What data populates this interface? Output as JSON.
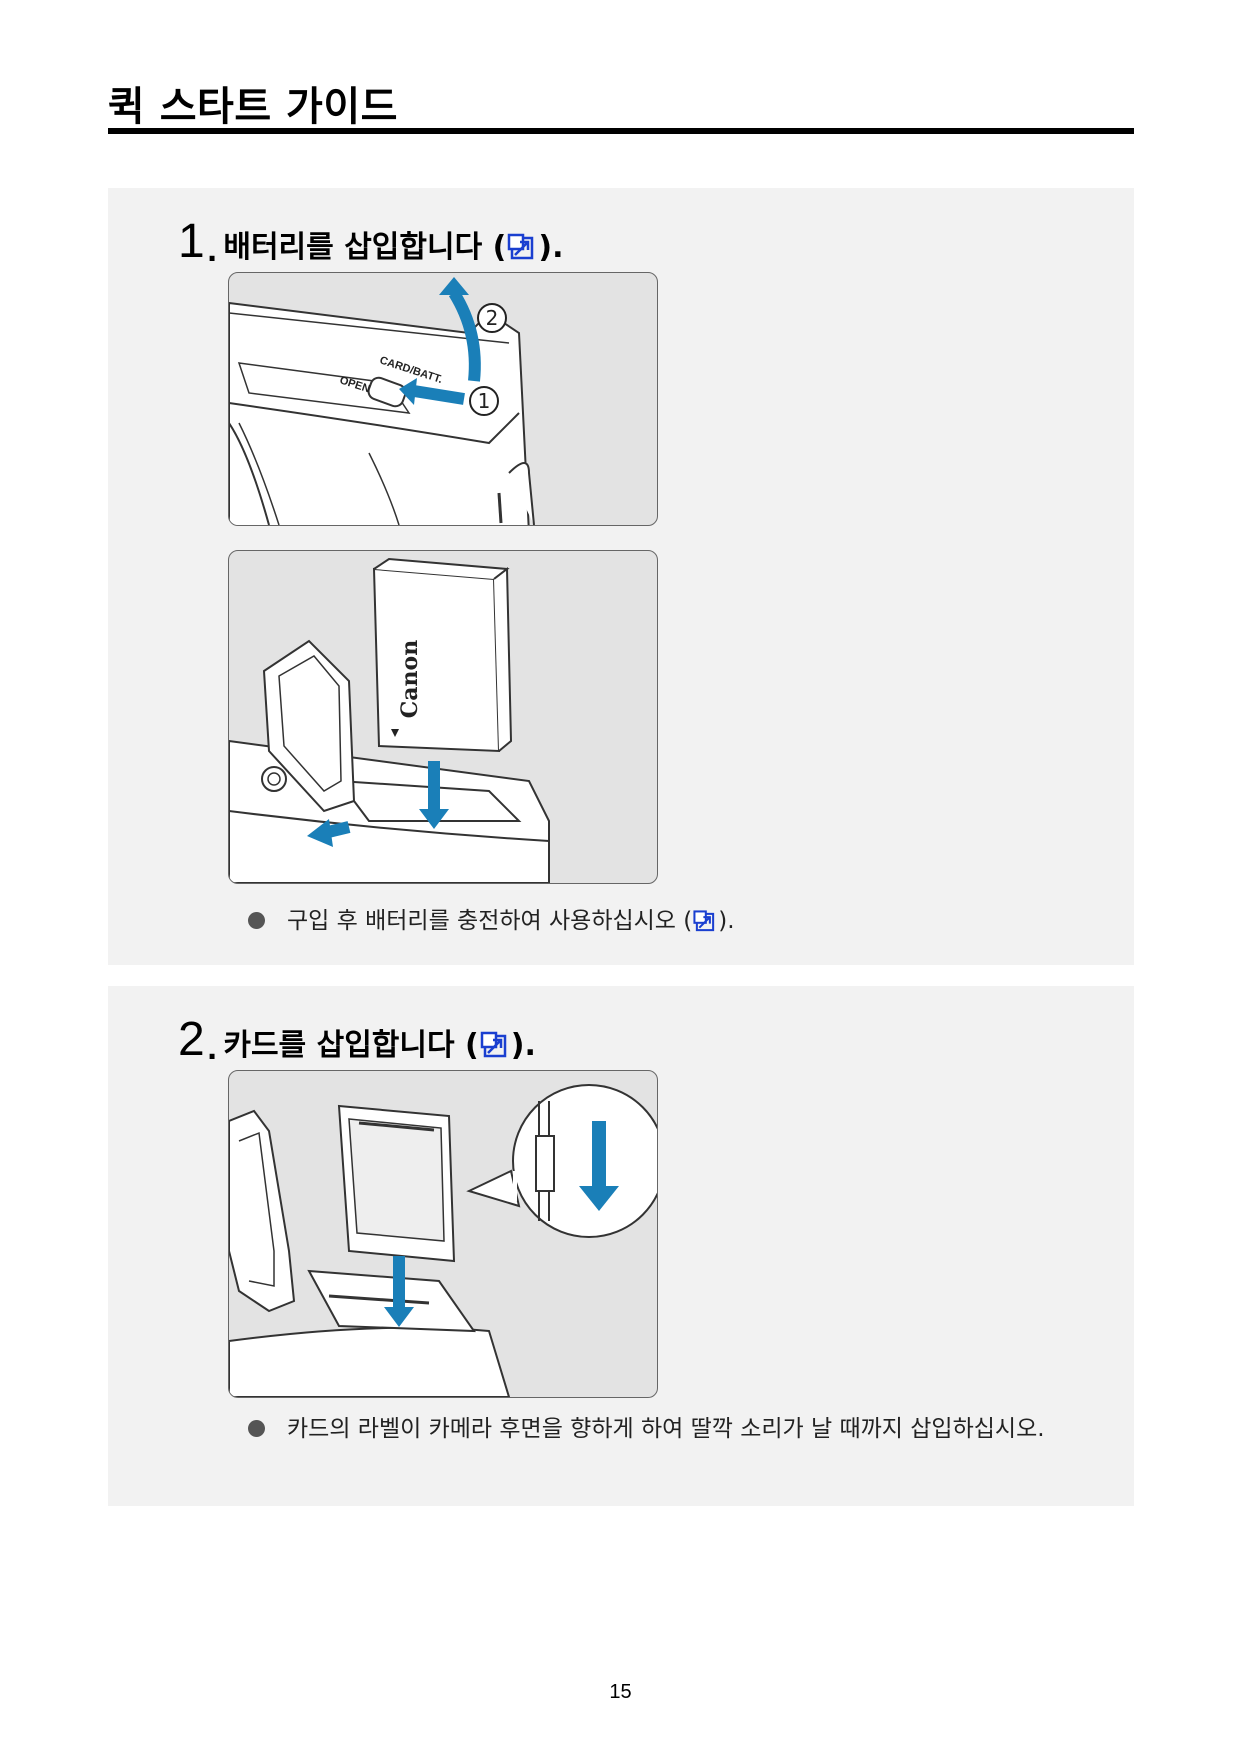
{
  "page": {
    "title": "퀵 스타트 가이드",
    "page_number": "15"
  },
  "steps": [
    {
      "number": "1",
      "dot": ".",
      "title": "배터리를 삽입합니다",
      "paren_open": "(",
      "paren_close": ").",
      "figure_labels": {
        "card_batt": "CARD/BATT.",
        "open": "OPEN",
        "callout_1": "①",
        "callout_2": "②",
        "battery_brand": "Canon"
      },
      "note": {
        "text": "구입 후 배터리를 충전하여 사용하십시오",
        "paren_open": "(",
        "paren_close": ")."
      }
    },
    {
      "number": "2",
      "dot": ".",
      "title": "카드를 삽입합니다",
      "paren_open": "(",
      "paren_close": ").",
      "note": {
        "text": "카드의 라벨이 카메라 후면을 향하게 하여 딸깍 소리가 날 때까지 삽입하십시오."
      }
    }
  ],
  "colors": {
    "arrow_blue": "#1a7fb8",
    "link_blue": "#1a3fd0",
    "box_bg": "#f2f2f2"
  },
  "icons": {
    "reference_link": "page-link-icon",
    "bullet": "bullet-dot-icon"
  }
}
